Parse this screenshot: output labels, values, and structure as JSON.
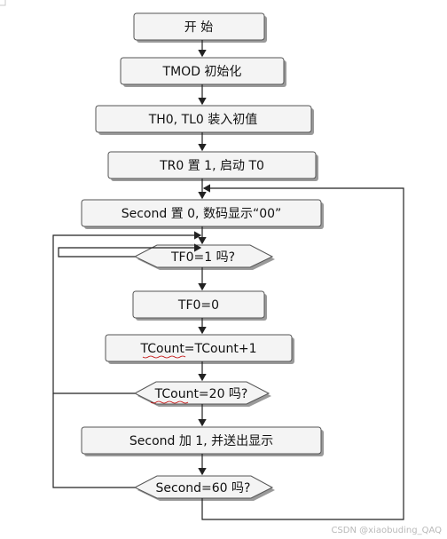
{
  "flowchart": {
    "nodes": [
      {
        "id": "start",
        "text": "开  始"
      },
      {
        "id": "tmod",
        "text": "TMOD 初始化"
      },
      {
        "id": "th0",
        "text": "TH0, TL0 装入初值"
      },
      {
        "id": "tr0",
        "text": "TR0 置 1, 启动 T0"
      },
      {
        "id": "second_zero",
        "text": "Second 置 0, 数码显示“00”"
      },
      {
        "id": "tf0_check",
        "text": "TF0=1 吗?"
      },
      {
        "id": "tf0_clear",
        "text": "TF0=0"
      },
      {
        "id": "tcount_inc",
        "text": "TCount=TCount+1"
      },
      {
        "id": "tcount_check",
        "text": "TCount=20 吗?"
      },
      {
        "id": "second_inc",
        "text": "Second 加 1, 并送出显示"
      },
      {
        "id": "second_check",
        "text": "Second=60 吗?"
      }
    ]
  },
  "watermark": "CSDN @xiaobuding_QAQ"
}
